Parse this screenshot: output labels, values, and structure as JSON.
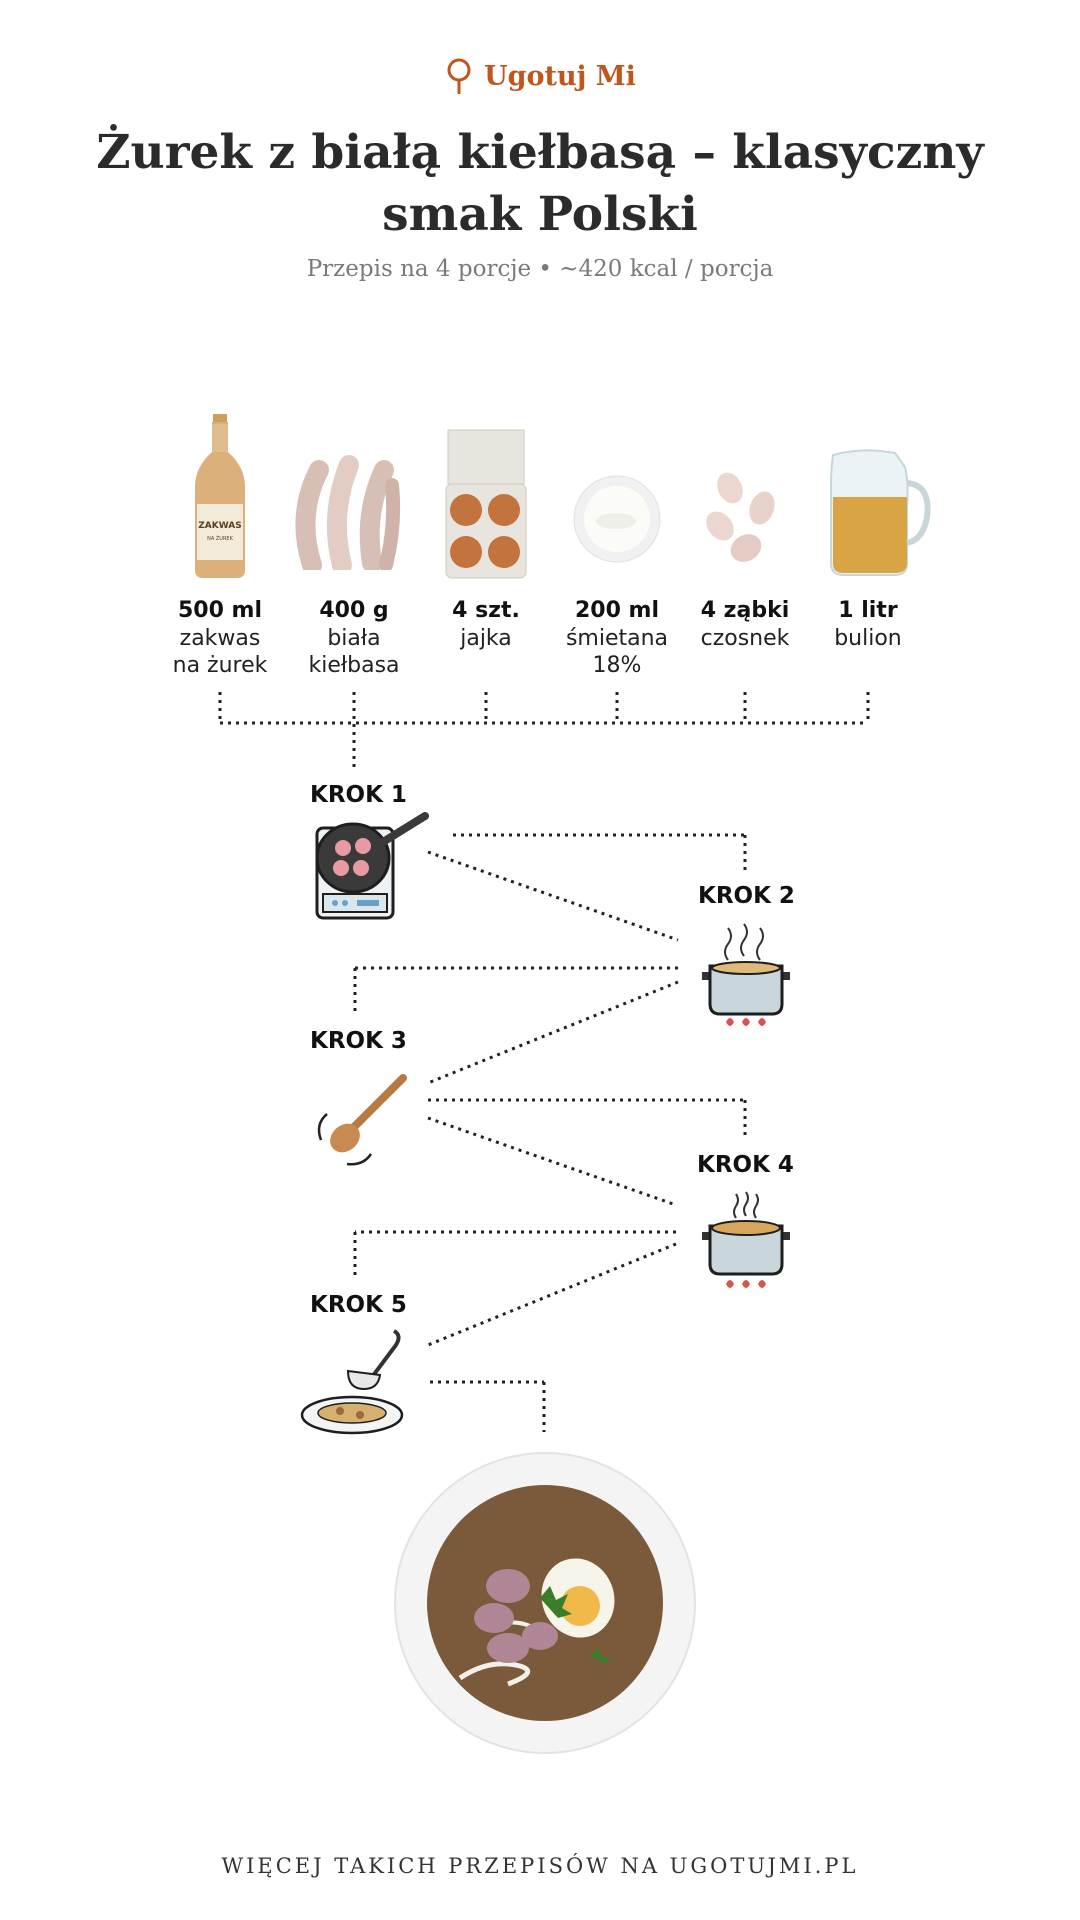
{
  "brand": {
    "name": "Ugotuj Mi",
    "icon": "spoon-logo-icon",
    "color": "#c0561c"
  },
  "title": "Żurek z białą kiełbasą – klasyczny smak Polski",
  "subtitle": "Przepis na 4 porcje • ~420 kcal / porcja",
  "ingredients": [
    {
      "amount": "500 ml",
      "name": "zakwas\nna żurek",
      "icon": "sourdough-bottle-icon",
      "bottle_label": "ZAKWAS\nNA ŻUREK"
    },
    {
      "amount": "400 g",
      "name": "biała\nkiełbasa",
      "icon": "white-sausage-icon"
    },
    {
      "amount": "4 szt.",
      "name": "jajka",
      "icon": "egg-carton-icon"
    },
    {
      "amount": "200 ml",
      "name": "śmietana\n18%",
      "icon": "cream-bowl-icon"
    },
    {
      "amount": "4 ząbki",
      "name": "czosnek",
      "icon": "garlic-icon"
    },
    {
      "amount": "1 litr",
      "name": "bulion",
      "icon": "broth-jug-icon"
    }
  ],
  "steps": [
    {
      "label": "KROK 1",
      "icon": "frying-pan-icon"
    },
    {
      "label": "KROK 2",
      "icon": "boiling-pot-icon"
    },
    {
      "label": "KROK 3",
      "icon": "stirring-spoon-icon"
    },
    {
      "label": "KROK 4",
      "icon": "simmering-pot-icon"
    },
    {
      "label": "KROK 5",
      "icon": "ladle-plate-icon"
    }
  ],
  "final_dish": {
    "icon": "zurek-soup-bowl-icon"
  },
  "footer": "WIĘCEJ TAKICH PRZEPISÓW NA UGOTUJMI.PL"
}
